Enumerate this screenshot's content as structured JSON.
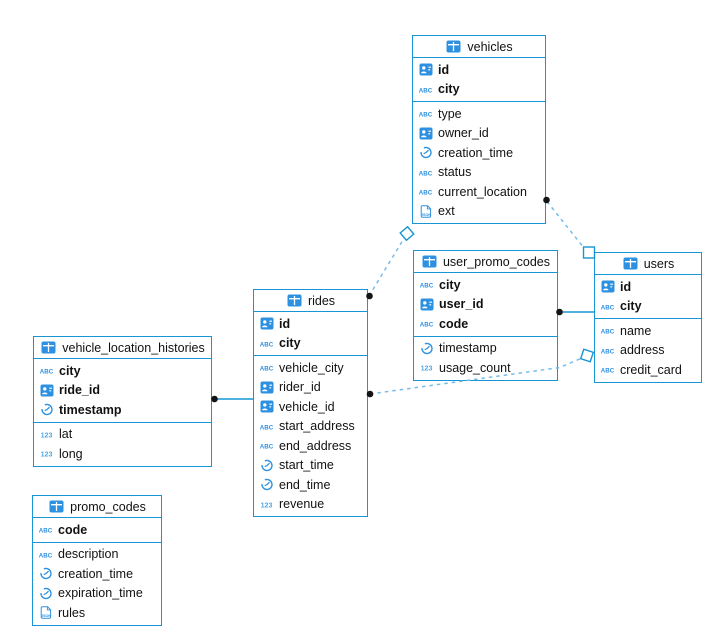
{
  "colors": {
    "table_border": "#1795d4",
    "icon_blue": "#2e90e0",
    "number_icon_blue": "#4fa8e8",
    "dashed_line": "#74bcea",
    "solid_line": "#1795d4",
    "endpoint_dot": "#141414",
    "text": "#111111",
    "background": "#ffffff"
  },
  "tables": [
    {
      "name": "vehicles",
      "columns": [
        {
          "label": "id",
          "icon": "id-badge-icon",
          "key": true
        },
        {
          "label": "city",
          "icon": "text-abc-icon",
          "key": true
        },
        {
          "label": "type",
          "icon": "text-abc-icon",
          "key": false
        },
        {
          "label": "owner_id",
          "icon": "id-badge-icon",
          "key": false
        },
        {
          "label": "creation_time",
          "icon": "clock-icon",
          "key": false
        },
        {
          "label": "status",
          "icon": "text-abc-icon",
          "key": false
        },
        {
          "label": "current_location",
          "icon": "text-abc-icon",
          "key": false
        },
        {
          "label": "ext",
          "icon": "json-icon",
          "key": false
        }
      ]
    },
    {
      "name": "user_promo_codes",
      "columns": [
        {
          "label": "city",
          "icon": "text-abc-icon",
          "key": true
        },
        {
          "label": "user_id",
          "icon": "id-badge-icon",
          "key": true
        },
        {
          "label": "code",
          "icon": "text-abc-icon",
          "key": true
        },
        {
          "label": "timestamp",
          "icon": "clock-icon",
          "key": false
        },
        {
          "label": "usage_count",
          "icon": "num-123-icon",
          "key": false
        }
      ]
    },
    {
      "name": "users",
      "columns": [
        {
          "label": "id",
          "icon": "id-badge-icon",
          "key": true
        },
        {
          "label": "city",
          "icon": "text-abc-icon",
          "key": true
        },
        {
          "label": "name",
          "icon": "text-abc-icon",
          "key": false
        },
        {
          "label": "address",
          "icon": "text-abc-icon",
          "key": false
        },
        {
          "label": "credit_card",
          "icon": "text-abc-icon",
          "key": false
        }
      ]
    },
    {
      "name": "rides",
      "columns": [
        {
          "label": "id",
          "icon": "id-badge-icon",
          "key": true
        },
        {
          "label": "city",
          "icon": "text-abc-icon",
          "key": true
        },
        {
          "label": "vehicle_city",
          "icon": "text-abc-icon",
          "key": false
        },
        {
          "label": "rider_id",
          "icon": "id-badge-icon",
          "key": false
        },
        {
          "label": "vehicle_id",
          "icon": "id-badge-icon",
          "key": false
        },
        {
          "label": "start_address",
          "icon": "text-abc-icon",
          "key": false
        },
        {
          "label": "end_address",
          "icon": "text-abc-icon",
          "key": false
        },
        {
          "label": "start_time",
          "icon": "clock-icon",
          "key": false
        },
        {
          "label": "end_time",
          "icon": "clock-icon",
          "key": false
        },
        {
          "label": "revenue",
          "icon": "num-123-icon",
          "key": false
        }
      ]
    },
    {
      "name": "vehicle_location_histories",
      "columns": [
        {
          "label": "city",
          "icon": "text-abc-icon",
          "key": true
        },
        {
          "label": "ride_id",
          "icon": "id-badge-icon",
          "key": true
        },
        {
          "label": "timestamp",
          "icon": "clock-icon",
          "key": true
        },
        {
          "label": "lat",
          "icon": "num-123-icon",
          "key": false
        },
        {
          "label": "long",
          "icon": "num-123-icon",
          "key": false
        }
      ]
    },
    {
      "name": "promo_codes",
      "columns": [
        {
          "label": "code",
          "icon": "text-abc-icon",
          "key": true
        },
        {
          "label": "description",
          "icon": "text-abc-icon",
          "key": false
        },
        {
          "label": "creation_time",
          "icon": "clock-icon",
          "key": false
        },
        {
          "label": "expiration_time",
          "icon": "clock-icon",
          "key": false
        },
        {
          "label": "rules",
          "icon": "json-icon",
          "key": false
        }
      ]
    }
  ],
  "relationships": [
    {
      "a": "vehicle_location_histories",
      "b": "rides",
      "line": "solid"
    },
    {
      "a": "user_promo_codes",
      "b": "users",
      "line": "solid"
    },
    {
      "a": "rides",
      "b": "vehicles",
      "line": "dashed"
    },
    {
      "a": "vehicles",
      "b": "users",
      "line": "dashed"
    },
    {
      "a": "rides",
      "b": "users",
      "line": "dashed"
    }
  ]
}
